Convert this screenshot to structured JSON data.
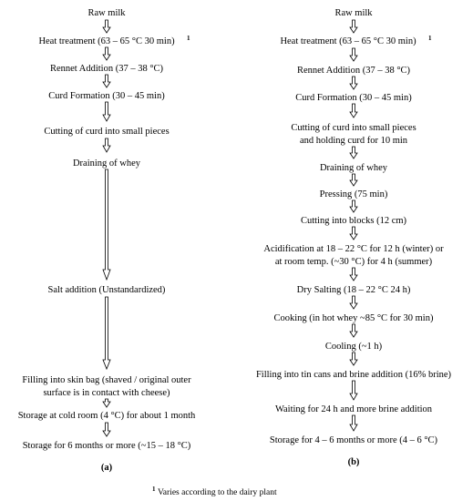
{
  "flowchart_a": {
    "steps": [
      "Raw milk",
      "Heat treatment (63 – 65 °C 30 min)",
      "Rennet Addition (37 – 38 °C)",
      "Curd Formation (30 – 45 min)",
      "Cutting of curd into small pieces",
      "Draining of whey",
      "Salt addition (Unstandardized)",
      "Filling into skin bag (shaved / original outer",
      "surface is in contact with cheese)",
      "Storage at cold room (4 °C) for about 1 month",
      "Storage for 6 months or more (~15 – 18 °C)"
    ],
    "footnote_marker": "1",
    "panel_label": "(a)"
  },
  "flowchart_b": {
    "steps": [
      "Raw milk",
      "Heat treatment (63 – 65 °C 30 min)",
      "Rennet Addition (37 – 38 °C)",
      "Curd Formation (30 – 45 min)",
      "Cutting of curd into small pieces",
      "and holding curd for 10 min",
      "Draining of whey",
      "Pressing (75 min)",
      "Cutting into blocks (12 cm)",
      "Acidification at 18 – 22 °C for 12 h (winter) or",
      "at room temp. (~30 °C) for 4 h (summer)",
      "Dry Salting (18 – 22 °C 24 h)",
      "Cooking (in hot whey ~85 °C for 30 min)",
      "Cooling (~1 h)",
      "Filling into tin cans and brine addition (16% brine)",
      "Waiting for 24 h and more brine addition",
      "Storage for 4 – 6 months or more (4 – 6 °C)"
    ],
    "footnote_marker": "1",
    "panel_label": "(b)"
  },
  "footnote": {
    "marker": "1",
    "text": "Varies according to the dairy plant"
  }
}
